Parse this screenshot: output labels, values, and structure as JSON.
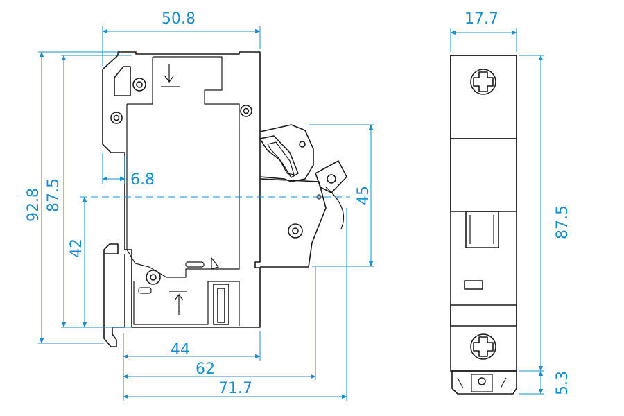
{
  "dimensions": {
    "overall_width": "50.8",
    "module_width": "17.7",
    "height_outer": "92.8",
    "height_inner": "87.5",
    "rail_offset": "6.8",
    "center_height": "42",
    "toggle_span": "45",
    "depth_44": "44",
    "depth_62": "62",
    "depth_717": "71.7",
    "front_height": "87.5",
    "front_bottom": "5.3"
  },
  "colors": {
    "dimension": "#1b8fc9",
    "outline": "#1a1a1a"
  }
}
